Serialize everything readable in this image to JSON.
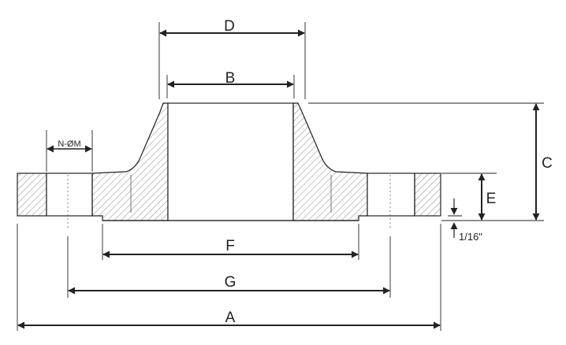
{
  "diagram": {
    "labels": {
      "d": "D",
      "b": "B",
      "c": "C",
      "e": "E",
      "f": "F",
      "g": "G",
      "a": "A",
      "n_om": "N-ØM",
      "raised_face": "1/16\""
    },
    "colors": {
      "line": "#222222",
      "hatch": "#8a8a8a",
      "background": "#ffffff"
    }
  }
}
